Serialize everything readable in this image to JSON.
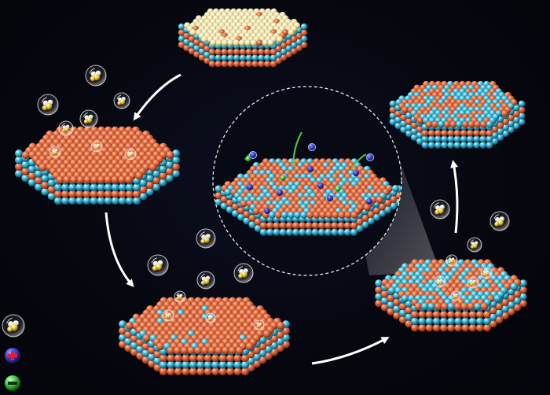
{
  "colors": {
    "background": "#05060f",
    "surface_atom": "#e0683f",
    "core_atom": "#39b8d8",
    "coating_atom": "#efe2a6",
    "dopant": "#3a3fd0",
    "arrow": "#ffffff",
    "positive_ion": "#d6223a",
    "negative_ion": "#35c23a"
  },
  "legend": {
    "items": [
      {
        "icon": "molecule-bubble-icon"
      },
      {
        "icon": "positive-ion-icon",
        "symbol": "+"
      },
      {
        "icon": "negative-ion-icon",
        "symbol": "−"
      }
    ]
  },
  "stages": [
    {
      "name": "coated-platelet"
    },
    {
      "name": "exposed-platelet"
    },
    {
      "name": "pitted-platelet"
    },
    {
      "name": "leaching-platelet"
    },
    {
      "name": "degraded-platelet"
    }
  ],
  "inset": {
    "name": "zoomed-surface",
    "border": "dashed"
  }
}
